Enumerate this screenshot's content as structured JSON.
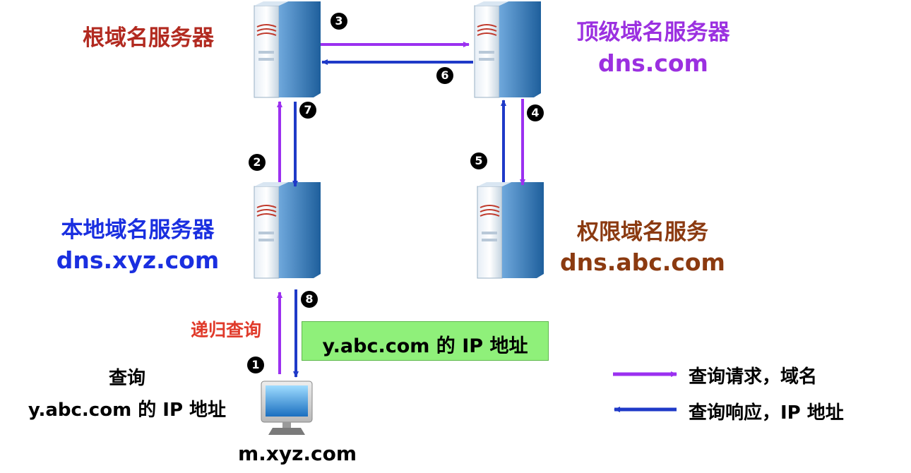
{
  "servers": {
    "root": {
      "name": "根域名服务器",
      "color": "#b22a20"
    },
    "tld": {
      "name": "顶级域名服务器",
      "domain": "dns.com",
      "color": "#9b30e0"
    },
    "local": {
      "name": "本地域名服务器",
      "domain": "dns.xyz.com",
      "color": "#1a2fe0"
    },
    "authoritative": {
      "name": "权限域名服务",
      "domain": "dns.abc.com",
      "color": "#8b3a10"
    }
  },
  "client": {
    "host": "m.xyz.com",
    "query_line1": "查询",
    "query_line2": "y.abc.com 的 IP 地址"
  },
  "recursive_label": "递归查询",
  "answer_box": {
    "text": "y.abc.com 的 IP 地址",
    "color": "#8ff07a"
  },
  "steps": [
    "1",
    "2",
    "3",
    "4",
    "5",
    "6",
    "7",
    "8"
  ],
  "legend": {
    "request": {
      "label": "查询请求，域名",
      "color": "#9b30f0"
    },
    "response": {
      "label": "查询响应，IP 地址",
      "color": "#1f3ac8"
    }
  }
}
